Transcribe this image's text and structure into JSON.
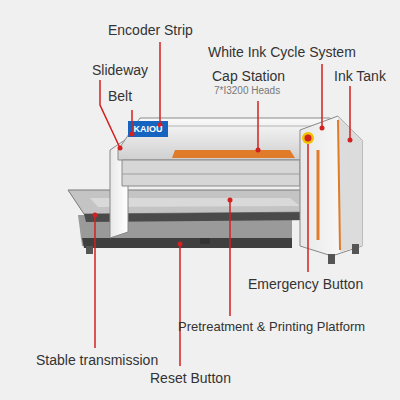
{
  "diagram": {
    "labels": [
      "Encoder Strip",
      "Slideway",
      "Belt",
      "Cap Station",
      "7*I3200 Heads",
      "White Ink Cycle System",
      "Ink Tank",
      "Emergency Button",
      "Pretreatment & Printing Platform",
      "Stable transmission",
      "Reset Button",
      "KAIOU"
    ]
  }
}
